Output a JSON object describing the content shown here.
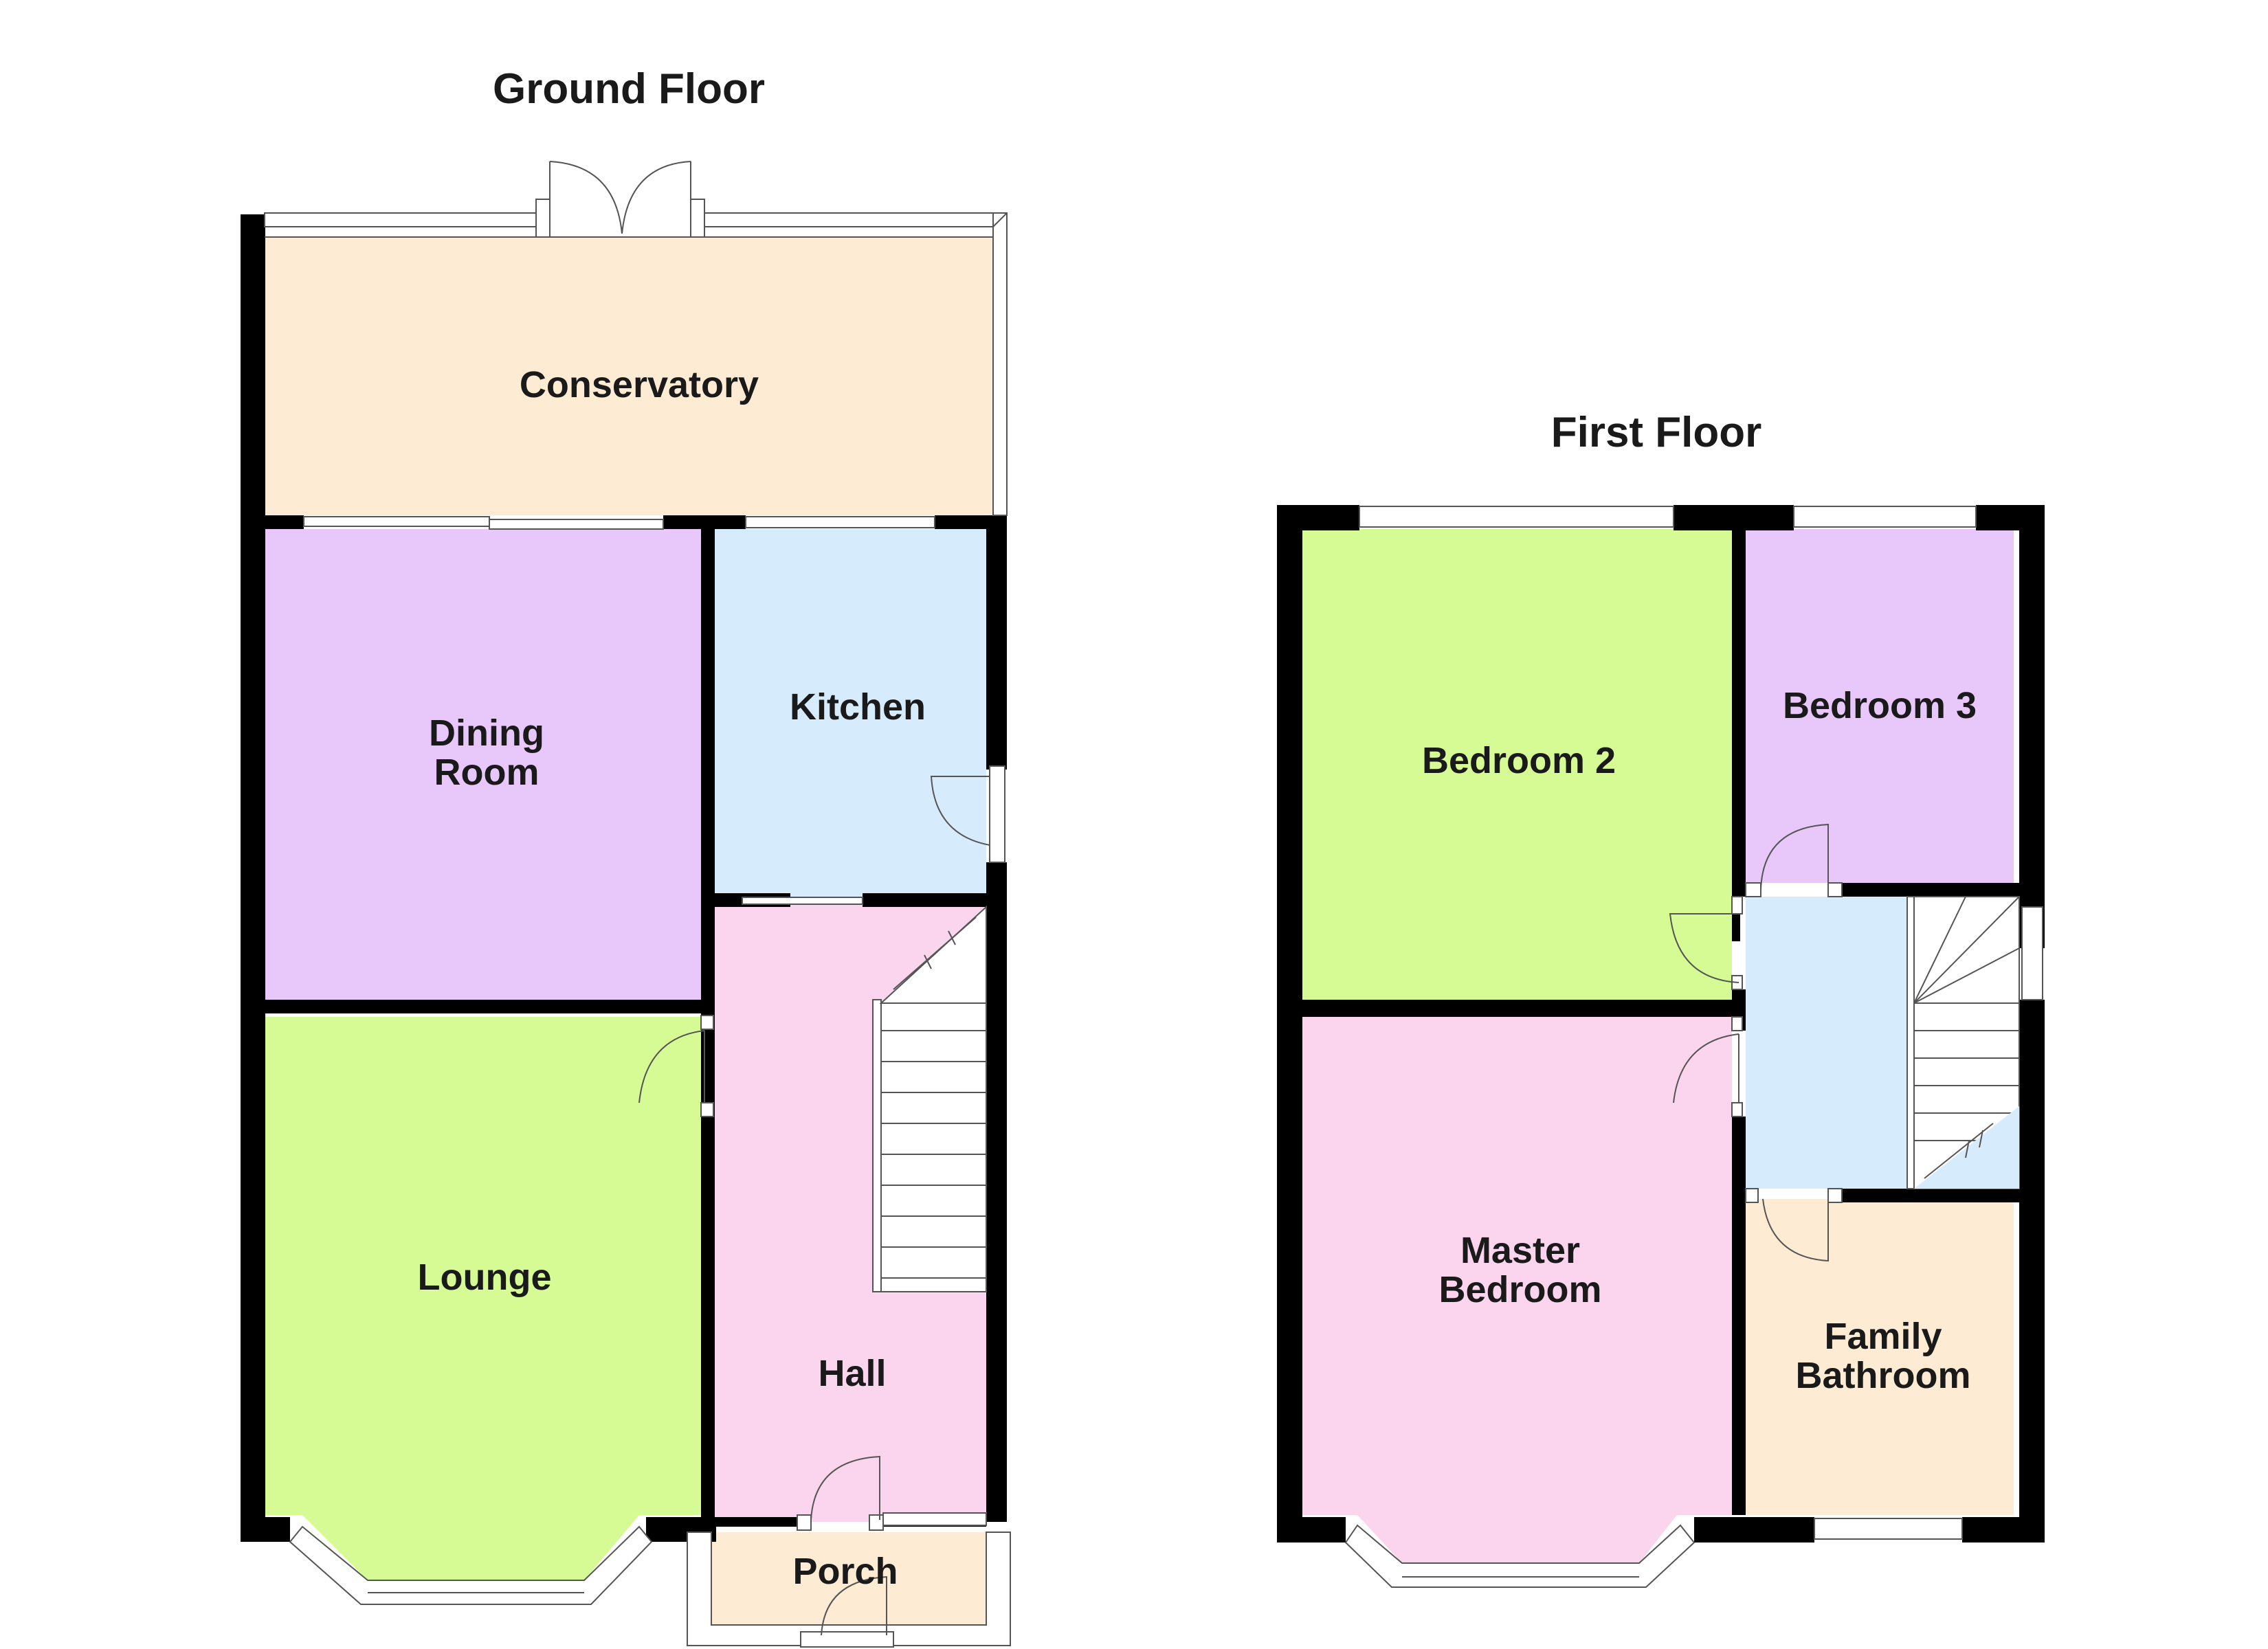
{
  "floors": {
    "ground": {
      "title": "Ground Floor",
      "rooms": {
        "conservatory": {
          "label": "Conservatory",
          "color": "#fdebd3"
        },
        "dining": {
          "label_line1": "Dining",
          "label_line2": "Room",
          "color": "#e8c7fa"
        },
        "kitchen": {
          "label": "Kitchen",
          "color": "#d6ebfb"
        },
        "lounge": {
          "label": "Lounge",
          "color": "#d6fb94"
        },
        "hall": {
          "label": "Hall",
          "color": "#fbd5ee"
        },
        "porch": {
          "label": "Porch",
          "color": "#fdebd3"
        }
      }
    },
    "first": {
      "title": "First Floor",
      "rooms": {
        "bedroom2": {
          "label": "Bedroom 2",
          "color": "#d6fb94"
        },
        "bedroom3": {
          "label": "Bedroom 3",
          "color": "#e8c7fa"
        },
        "landing": {
          "color": "#d6ebfb"
        },
        "master": {
          "label_line1": "Master",
          "label_line2": "Bedroom",
          "color": "#fbd5ee"
        },
        "bathroom": {
          "label_line1": "Family",
          "label_line2": "Bathroom",
          "color": "#fdebd3"
        }
      }
    }
  },
  "colors": {
    "wall": "#000000"
  }
}
